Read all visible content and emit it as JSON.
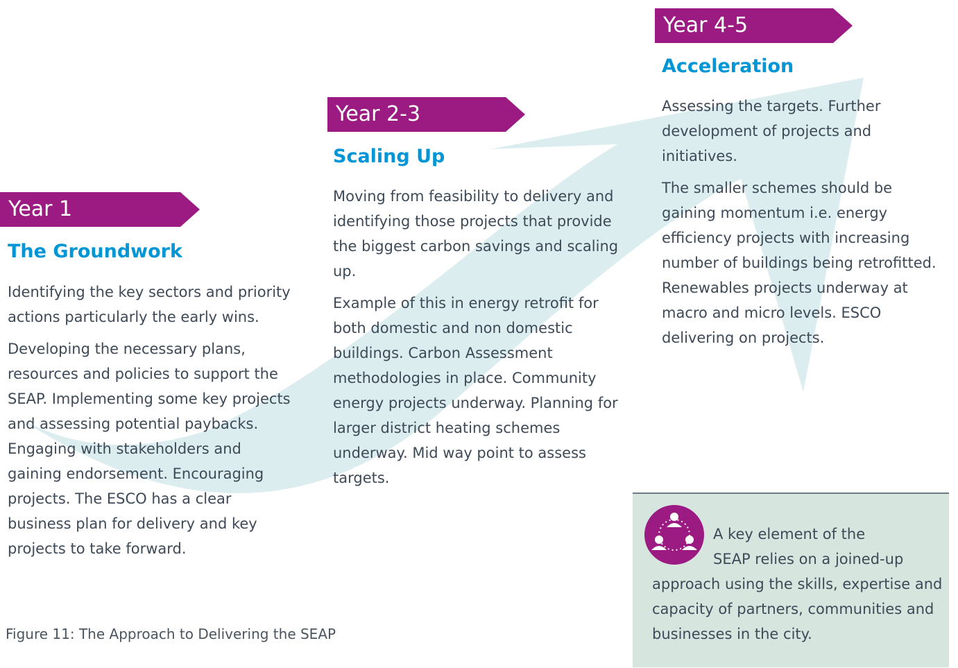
{
  "stages": [
    {
      "year": "Year 1",
      "title": "The Groundwork",
      "paragraphs": [
        "Identifying the key sectors and priority actions particularly the early wins.",
        "Developing the necessary plans, resources and policies to support the SEAP. Implementing some key projects and assessing potential paybacks. Engaging with stakeholders and gaining endorsement. Encouraging projects. The ESCO has a clear business plan for delivery and key projects to take forward."
      ]
    },
    {
      "year": "Year 2-3",
      "title": "Scaling Up",
      "paragraphs": [
        "Moving from feasibility to delivery and identifying those projects that provide the biggest carbon savings and scaling up.",
        "Example of this in energy retrofit for both domestic and non domestic buildings. Carbon Assessment methodologies in place. Community energy projects underway. Planning for larger district heating schemes underway. Mid way point to assess targets."
      ]
    },
    {
      "year": "Year 4-5",
      "title": "Acceleration",
      "paragraphs": [
        "Assessing the targets. Further development of projects and initiatives.",
        "The smaller schemes should be gaining momentum i.e. energy efficiency projects with increasing number of buildings being retrofitted. Renewables projects underway at macro and micro levels. ESCO delivering on projects."
      ]
    }
  ],
  "caption": "Figure 11: The Approach to Delivering the SEAP",
  "note": {
    "line1": "A key element of the",
    "line2": "SEAP relies on a joined-up",
    "rest": "approach using the skills, expertise and capacity of partners, communities and businesses in the city.",
    "icon": "people-network-icon"
  },
  "colors": {
    "year_tag": "#9b1b82",
    "heading": "#0096d6",
    "arrow": "#dcedf0",
    "note_bg": "#d6e6df"
  }
}
